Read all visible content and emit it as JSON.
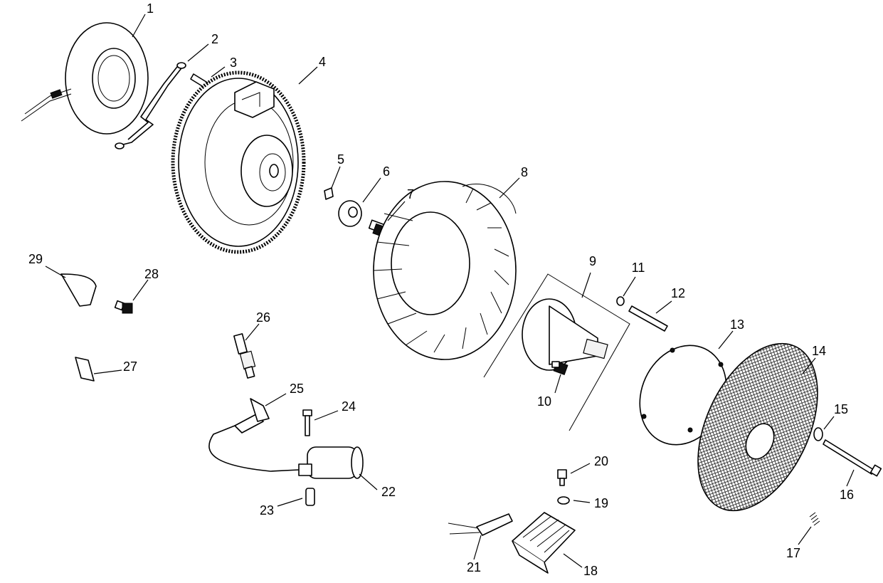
{
  "diagram": {
    "type": "exploded-parts-view",
    "callouts": [
      {
        "number": "1",
        "part": "stator"
      },
      {
        "number": "2",
        "part": "ground-wire"
      },
      {
        "number": "3",
        "part": "screw"
      },
      {
        "number": "4",
        "part": "flywheel"
      },
      {
        "number": "5",
        "part": "key"
      },
      {
        "number": "6",
        "part": "washer"
      },
      {
        "number": "7",
        "part": "flange-bolt"
      },
      {
        "number": "8",
        "part": "fan"
      },
      {
        "number": "9",
        "part": "drive-hub"
      },
      {
        "number": "10",
        "part": "bolt"
      },
      {
        "number": "11",
        "part": "washer"
      },
      {
        "number": "12",
        "part": "pin"
      },
      {
        "number": "13",
        "part": "gasket"
      },
      {
        "number": "14",
        "part": "screen"
      },
      {
        "number": "15",
        "part": "washer"
      },
      {
        "number": "16",
        "part": "long-bolt"
      },
      {
        "number": "17",
        "part": "spring"
      },
      {
        "number": "18",
        "part": "rectifier-regulator"
      },
      {
        "number": "19",
        "part": "washer"
      },
      {
        "number": "20",
        "part": "bolt"
      },
      {
        "number": "21",
        "part": "connector"
      },
      {
        "number": "22",
        "part": "ignition-coil"
      },
      {
        "number": "23",
        "part": "spacer"
      },
      {
        "number": "24",
        "part": "screw"
      },
      {
        "number": "25",
        "part": "spark-plug-cap"
      },
      {
        "number": "26",
        "part": "spark-plug"
      },
      {
        "number": "27",
        "part": "clip"
      },
      {
        "number": "28",
        "part": "bolt"
      },
      {
        "number": "29",
        "part": "clamp"
      }
    ]
  }
}
